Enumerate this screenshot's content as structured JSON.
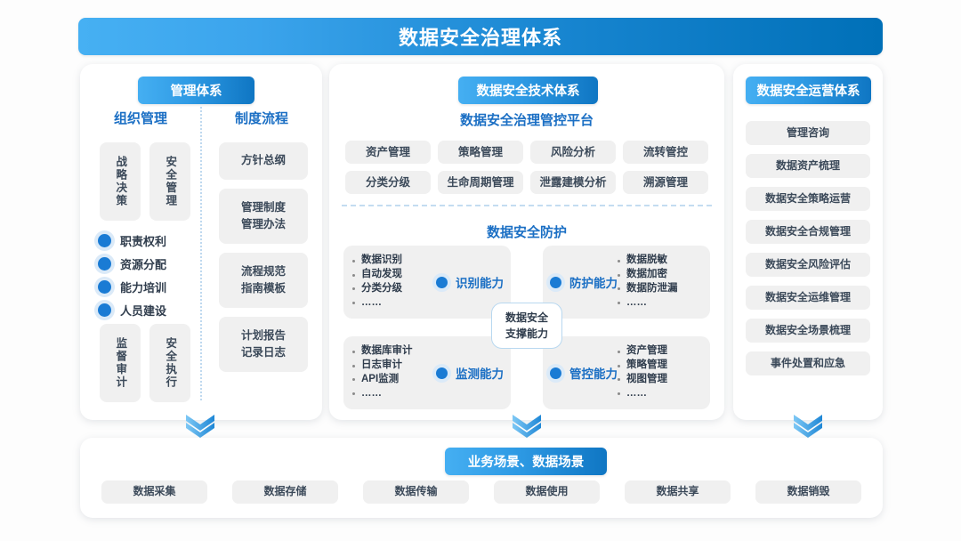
{
  "header": {
    "title": "数据安全治理体系"
  },
  "colors": {
    "header_gradient_start": "#46B0F3",
    "header_gradient_end": "#0070B8",
    "badge_gradient_start": "#45AFF2",
    "badge_gradient_end": "#0F76C3",
    "accent_blue": "#1b6fc4",
    "dot_blue": "#1a7bd4",
    "pill_background": "#f0f0f0",
    "pill_text": "#3c4a5a",
    "panel_background": "#ffffff",
    "page_background": "#fdfdfd"
  },
  "left_panel": {
    "badge": "管理体系",
    "col_org": {
      "heading": "组织管理",
      "vbox_top_left": "战略决策",
      "vbox_top_right": "安全管理",
      "bullets": [
        "职责权利",
        "资源分配",
        "能力培训",
        "人员建设"
      ],
      "vbox_bottom_left": "监督审计",
      "vbox_bottom_right": "安全执行"
    },
    "col_process": {
      "heading": "制度流程",
      "items": [
        "方针总纲",
        "管理制度\n管理办法",
        "流程规范\n指南模板",
        "计划报告\n记录日志"
      ]
    }
  },
  "mid_panel": {
    "badge": "数据安全技术体系",
    "platform_heading": "数据安全治理管控平台",
    "platform_items": [
      "资产管理",
      "策略管理",
      "风险分析",
      "流转管控",
      "分类分级",
      "生命周期管理",
      "泄露建模分析",
      "溯源管理"
    ],
    "protection_heading": "数据安全防护",
    "center_label_line1": "数据安全",
    "center_label_line2": "支撑能力",
    "capabilities": [
      {
        "title": "识别能力",
        "items": [
          "数据识别",
          "自动发现",
          "分类分级",
          "……"
        ],
        "side": "left"
      },
      {
        "title": "防护能力",
        "items": [
          "数据脱敏",
          "数据加密",
          "数据防泄漏",
          "……"
        ],
        "side": "right"
      },
      {
        "title": "监测能力",
        "items": [
          "数据库审计",
          "日志审计",
          "API监测",
          "……"
        ],
        "side": "left"
      },
      {
        "title": "管控能力",
        "items": [
          "资产管理",
          "策略管理",
          "视图管理",
          "……"
        ],
        "side": "right"
      }
    ]
  },
  "right_panel": {
    "badge": "数据安全运营体系",
    "items": [
      "管理咨询",
      "数据资产梳理",
      "数据安全策略运营",
      "数据安全合规管理",
      "数据安全风险评估",
      "数据安全运维管理",
      "数据安全场景梳理",
      "事件处置和应急"
    ]
  },
  "bottom_panel": {
    "badge": "业务场景、数据场景",
    "items": [
      "数据采集",
      "数据存储",
      "数据传输",
      "数据使用",
      "数据共享",
      "数据销毁"
    ]
  },
  "connectors": [
    {
      "name": "chevron-left-to-bottom"
    },
    {
      "name": "chevron-mid-to-bottom"
    },
    {
      "name": "chevron-right-to-bottom"
    }
  ]
}
